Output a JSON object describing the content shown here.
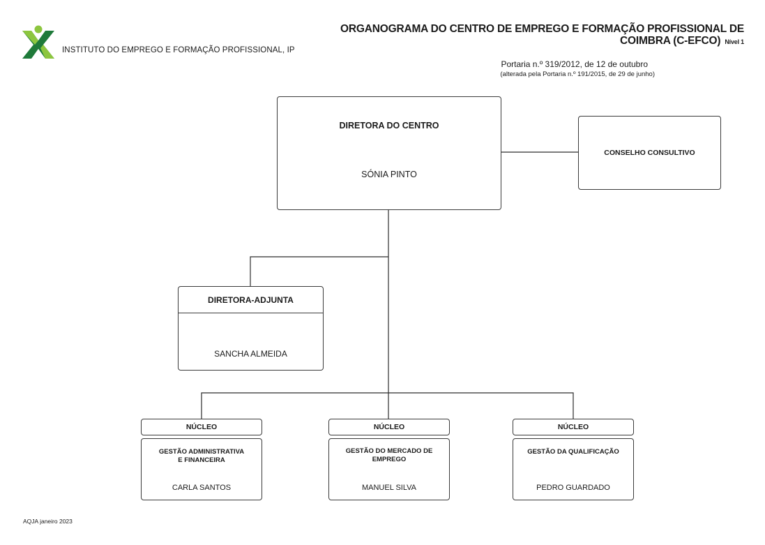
{
  "header": {
    "org_name": "INSTITUTO DO EMPREGO E FORMAÇÃO PROFISSIONAL, IP",
    "title_line1": "ORGANOGRAMA DO  CENTRO DE EMPREGO E FORMAÇÃO PROFISSIONAL DE",
    "title_line2": "COIMBRA (C-EFCO)",
    "level": "Nível 1",
    "portaria": "Portaria n.º 319/2012, de 12 de outubro",
    "alterada": "(alterada pela Portaria n.º 191/2015, de 29 de junho)"
  },
  "brand_colors": {
    "green_dark": "#1f7a3a",
    "green_light": "#8dc63f",
    "line": "#2b2b2b"
  },
  "chart": {
    "director": {
      "role": "DIRETORA DO CENTRO",
      "name": "SÓNIA PINTO"
    },
    "council": {
      "role": "CONSELHO CONSULTIVO"
    },
    "deputy": {
      "role": "DIRETORA-ADJUNTA",
      "name": "SANCHA ALMEIDA"
    },
    "units": [
      {
        "label": "NÚCLEO",
        "name_line1": "GESTÃO ADMINISTRATIVA",
        "name_line2": "E FINANCEIRA",
        "person": "CARLA SANTOS"
      },
      {
        "label": "NÚCLEO",
        "name_line1": "GESTÃO DO MERCADO DE EMPREGO",
        "name_line2": "",
        "person": "MANUEL SILVA"
      },
      {
        "label": "NÚCLEO",
        "name_line1": "GESTÃO DA QUALIFICAÇÃO",
        "name_line2": "",
        "person": "PEDRO GUARDADO"
      }
    ]
  },
  "footer": {
    "text": "AQJA janeiro  2023"
  }
}
